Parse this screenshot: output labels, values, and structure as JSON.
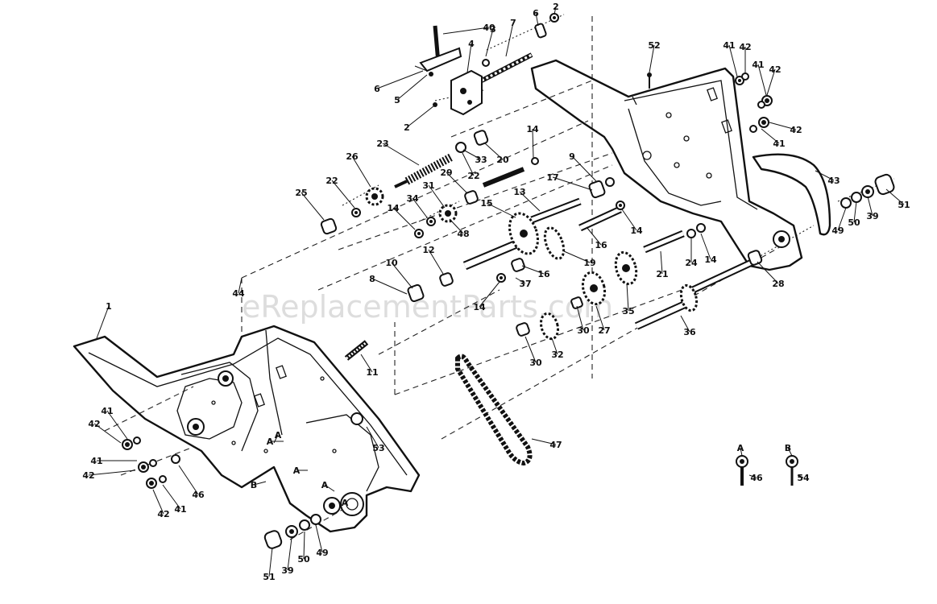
{
  "watermark": "eReplacementParts.com",
  "callouts": [
    {
      "id": "c-40",
      "text": "40"
    },
    {
      "id": "c-3",
      "text": "3"
    },
    {
      "id": "c-7",
      "text": "7"
    },
    {
      "id": "c-6a",
      "text": "6"
    },
    {
      "id": "c-2a",
      "text": "2"
    },
    {
      "id": "c-4",
      "text": "4"
    },
    {
      "id": "c-6b",
      "text": "6"
    },
    {
      "id": "c-5",
      "text": "5"
    },
    {
      "id": "c-2b",
      "text": "2"
    },
    {
      "id": "c-52",
      "text": "52"
    },
    {
      "id": "c-41a",
      "text": "41"
    },
    {
      "id": "c-42a",
      "text": "42"
    },
    {
      "id": "c-41b",
      "text": "41"
    },
    {
      "id": "c-42b",
      "text": "42"
    },
    {
      "id": "c-42c",
      "text": "42"
    },
    {
      "id": "c-41c",
      "text": "41"
    },
    {
      "id": "c-14a",
      "text": "14"
    },
    {
      "id": "c-23",
      "text": "23"
    },
    {
      "id": "c-33",
      "text": "33"
    },
    {
      "id": "c-20",
      "text": "20"
    },
    {
      "id": "c-22a",
      "text": "22"
    },
    {
      "id": "c-9",
      "text": "9"
    },
    {
      "id": "c-26",
      "text": "26"
    },
    {
      "id": "c-22b",
      "text": "22"
    },
    {
      "id": "c-25",
      "text": "25"
    },
    {
      "id": "c-29",
      "text": "29"
    },
    {
      "id": "c-17",
      "text": "17"
    },
    {
      "id": "c-31",
      "text": "31"
    },
    {
      "id": "c-34",
      "text": "34"
    },
    {
      "id": "c-14b",
      "text": "14"
    },
    {
      "id": "c-13",
      "text": "13"
    },
    {
      "id": "c-15",
      "text": "15"
    },
    {
      "id": "c-48",
      "text": "48"
    },
    {
      "id": "c-14c",
      "text": "14"
    },
    {
      "id": "c-16a",
      "text": "16"
    },
    {
      "id": "c-43",
      "text": "43"
    },
    {
      "id": "c-49a",
      "text": "49"
    },
    {
      "id": "c-50a",
      "text": "50"
    },
    {
      "id": "c-39a",
      "text": "39"
    },
    {
      "id": "c-51a",
      "text": "51"
    },
    {
      "id": "c-12",
      "text": "12"
    },
    {
      "id": "c-10",
      "text": "10"
    },
    {
      "id": "c-19",
      "text": "19"
    },
    {
      "id": "c-24",
      "text": "24"
    },
    {
      "id": "c-14d",
      "text": "14"
    },
    {
      "id": "c-21",
      "text": "21"
    },
    {
      "id": "c-16b",
      "text": "16"
    },
    {
      "id": "c-37",
      "text": "37"
    },
    {
      "id": "c-35",
      "text": "35"
    },
    {
      "id": "c-8",
      "text": "8"
    },
    {
      "id": "c-14e",
      "text": "14"
    },
    {
      "id": "c-44",
      "text": "44"
    },
    {
      "id": "c-1",
      "text": "1"
    },
    {
      "id": "c-28",
      "text": "28"
    },
    {
      "id": "c-30a",
      "text": "30"
    },
    {
      "id": "c-27",
      "text": "27"
    },
    {
      "id": "c-36",
      "text": "36"
    },
    {
      "id": "c-32",
      "text": "32"
    },
    {
      "id": "c-30b",
      "text": "30"
    },
    {
      "id": "c-11",
      "text": "11"
    },
    {
      "id": "c-47",
      "text": "47"
    },
    {
      "id": "c-41d",
      "text": "41"
    },
    {
      "id": "c-42d",
      "text": "42"
    },
    {
      "id": "c-53",
      "text": "53"
    },
    {
      "id": "c-41e",
      "text": "41"
    },
    {
      "id": "c-42e",
      "text": "42"
    },
    {
      "id": "c-46a",
      "text": "46"
    },
    {
      "id": "c-42f",
      "text": "42"
    },
    {
      "id": "c-41f",
      "text": "41"
    },
    {
      "id": "c-A1",
      "text": "A"
    },
    {
      "id": "c-A2",
      "text": "A"
    },
    {
      "id": "c-A3",
      "text": "A"
    },
    {
      "id": "c-A4",
      "text": "A"
    },
    {
      "id": "c-A5",
      "text": "A"
    },
    {
      "id": "c-B1",
      "text": "B"
    },
    {
      "id": "c-51b",
      "text": "51"
    },
    {
      "id": "c-39b",
      "text": "39"
    },
    {
      "id": "c-50b",
      "text": "50"
    },
    {
      "id": "c-49b",
      "text": "49"
    },
    {
      "id": "c-A6",
      "text": "A"
    },
    {
      "id": "c-46b",
      "text": "46"
    },
    {
      "id": "c-B2",
      "text": "B"
    },
    {
      "id": "c-54",
      "text": "54"
    }
  ]
}
